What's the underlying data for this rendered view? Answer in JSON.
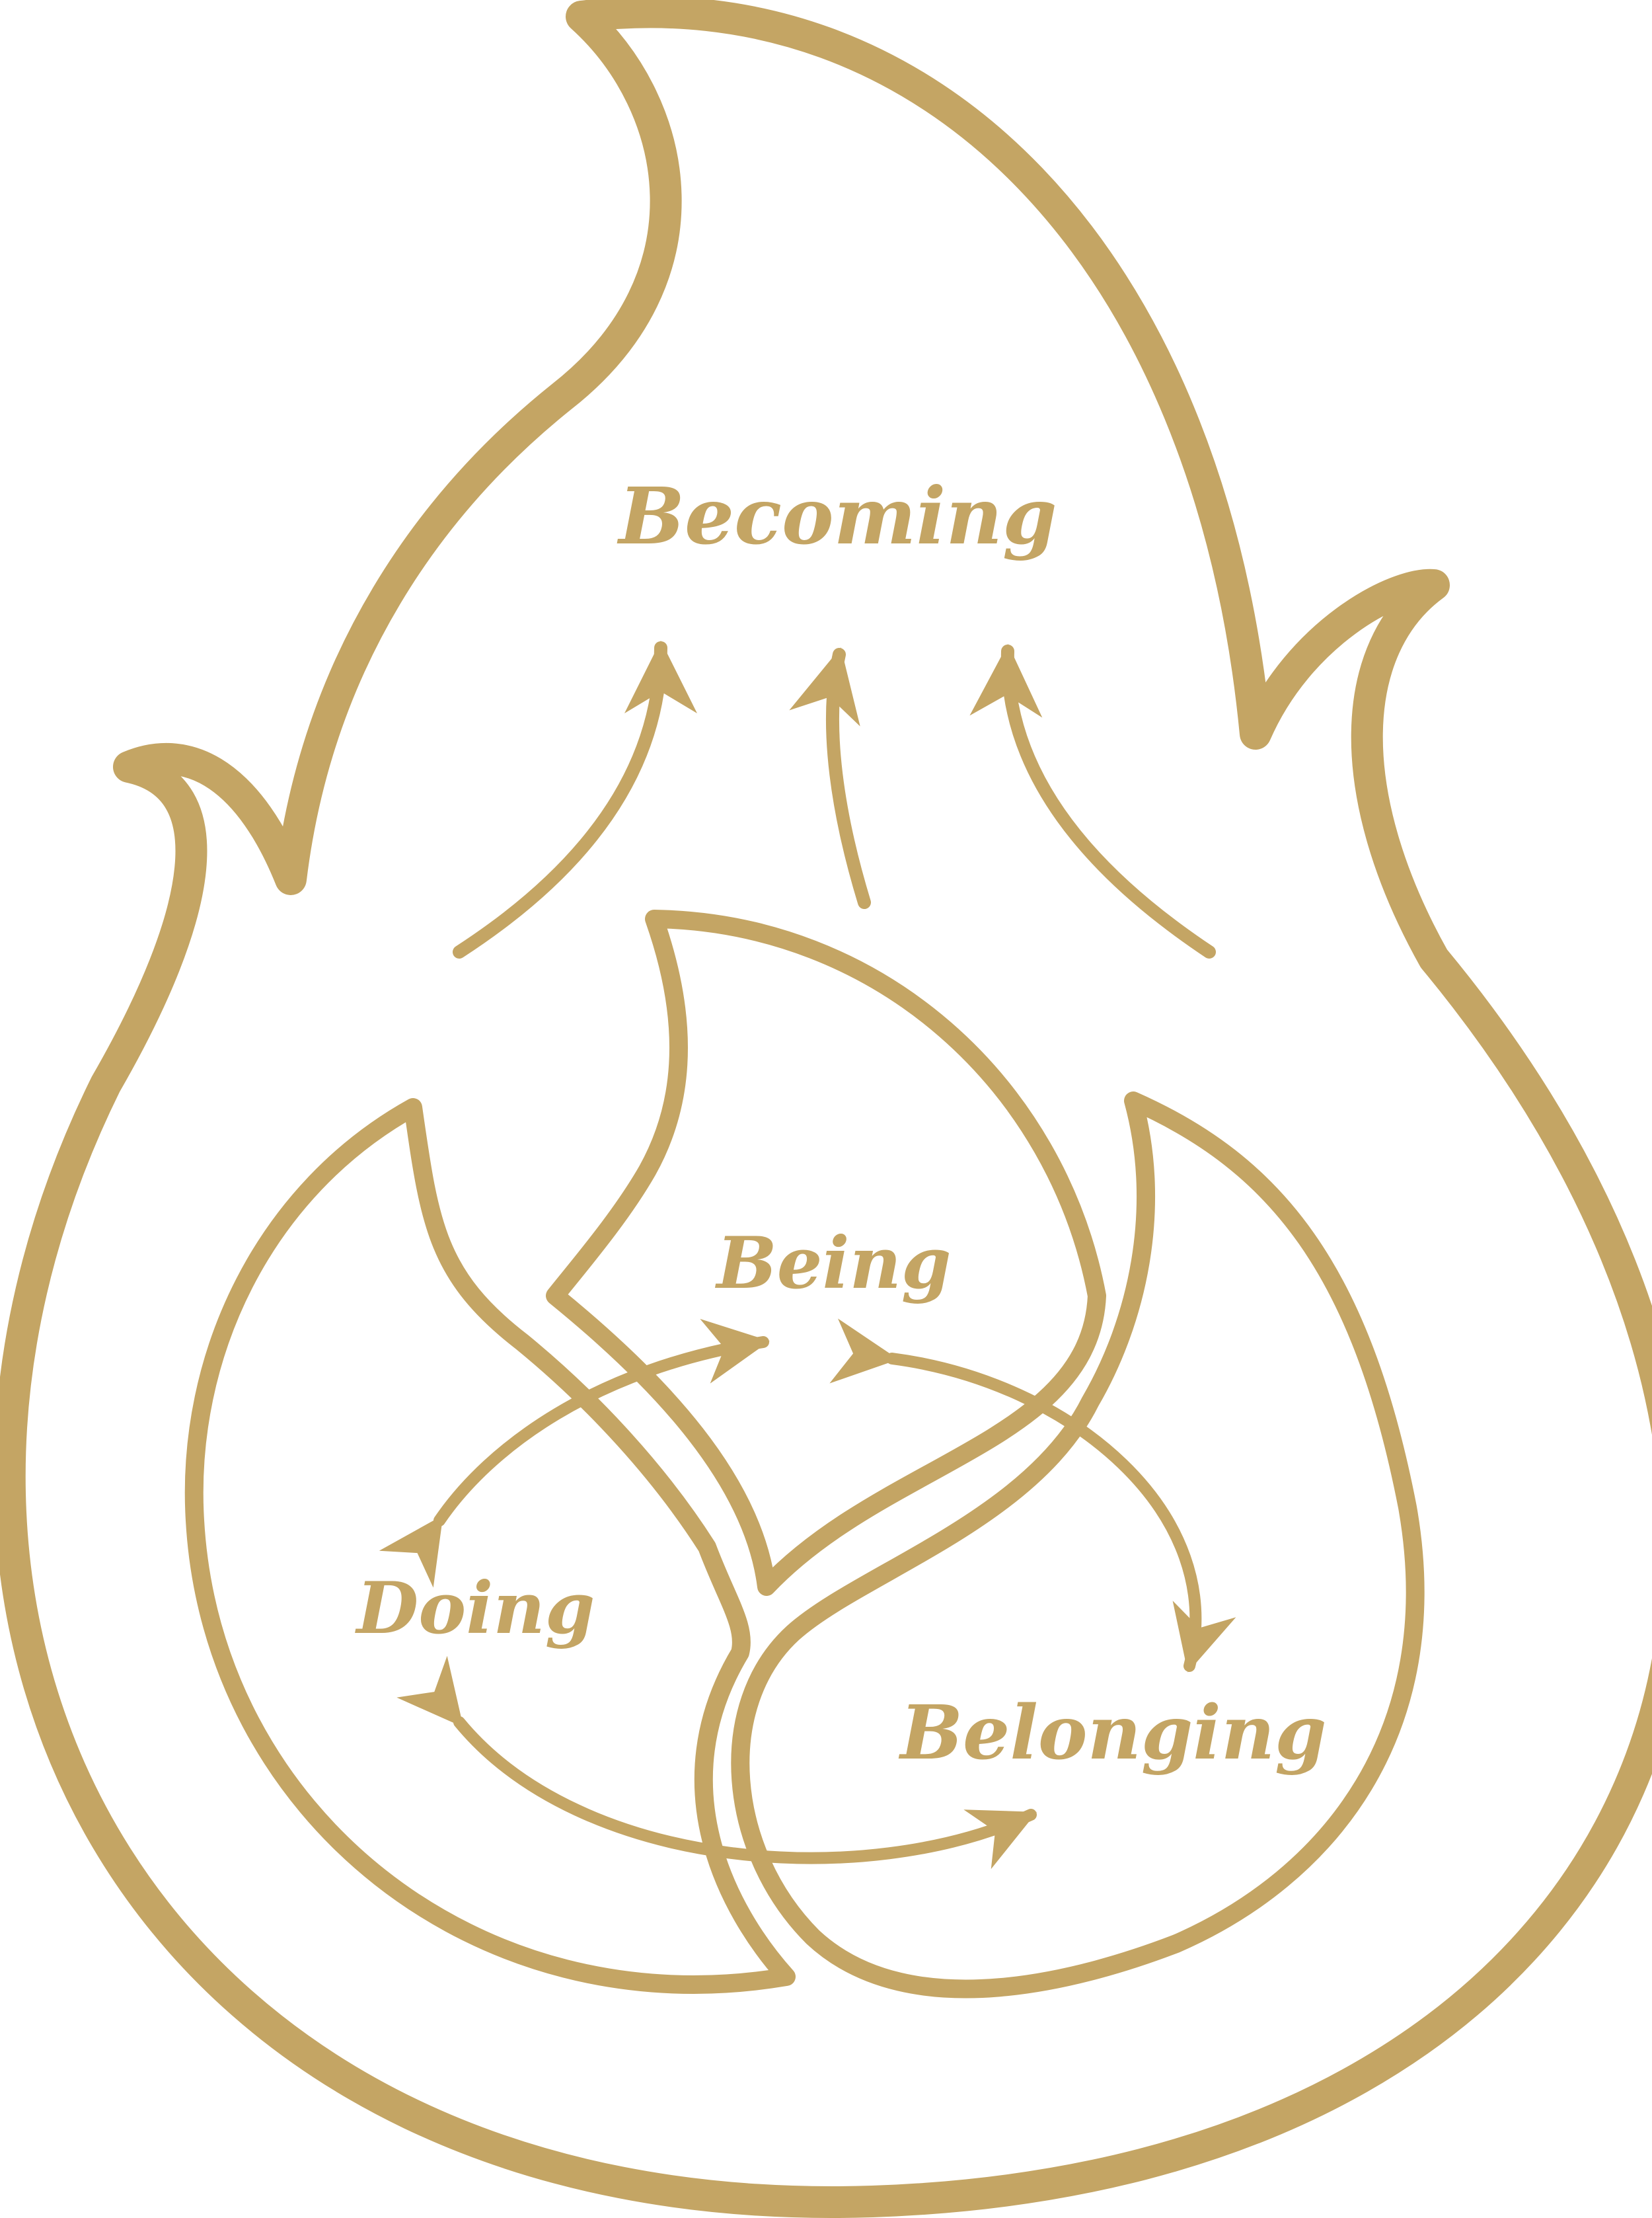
{
  "diagram": {
    "labels": {
      "becoming": "Becoming",
      "being": "Being",
      "doing": "Doing",
      "belonging": "Belonging"
    },
    "colors": {
      "accent": "#c4a564",
      "background": "#ffffff"
    },
    "icons": {
      "outer": "large-flame-outline-icon",
      "inner": [
        "being-flame-icon",
        "doing-flame-icon",
        "belonging-flame-icon"
      ]
    }
  }
}
